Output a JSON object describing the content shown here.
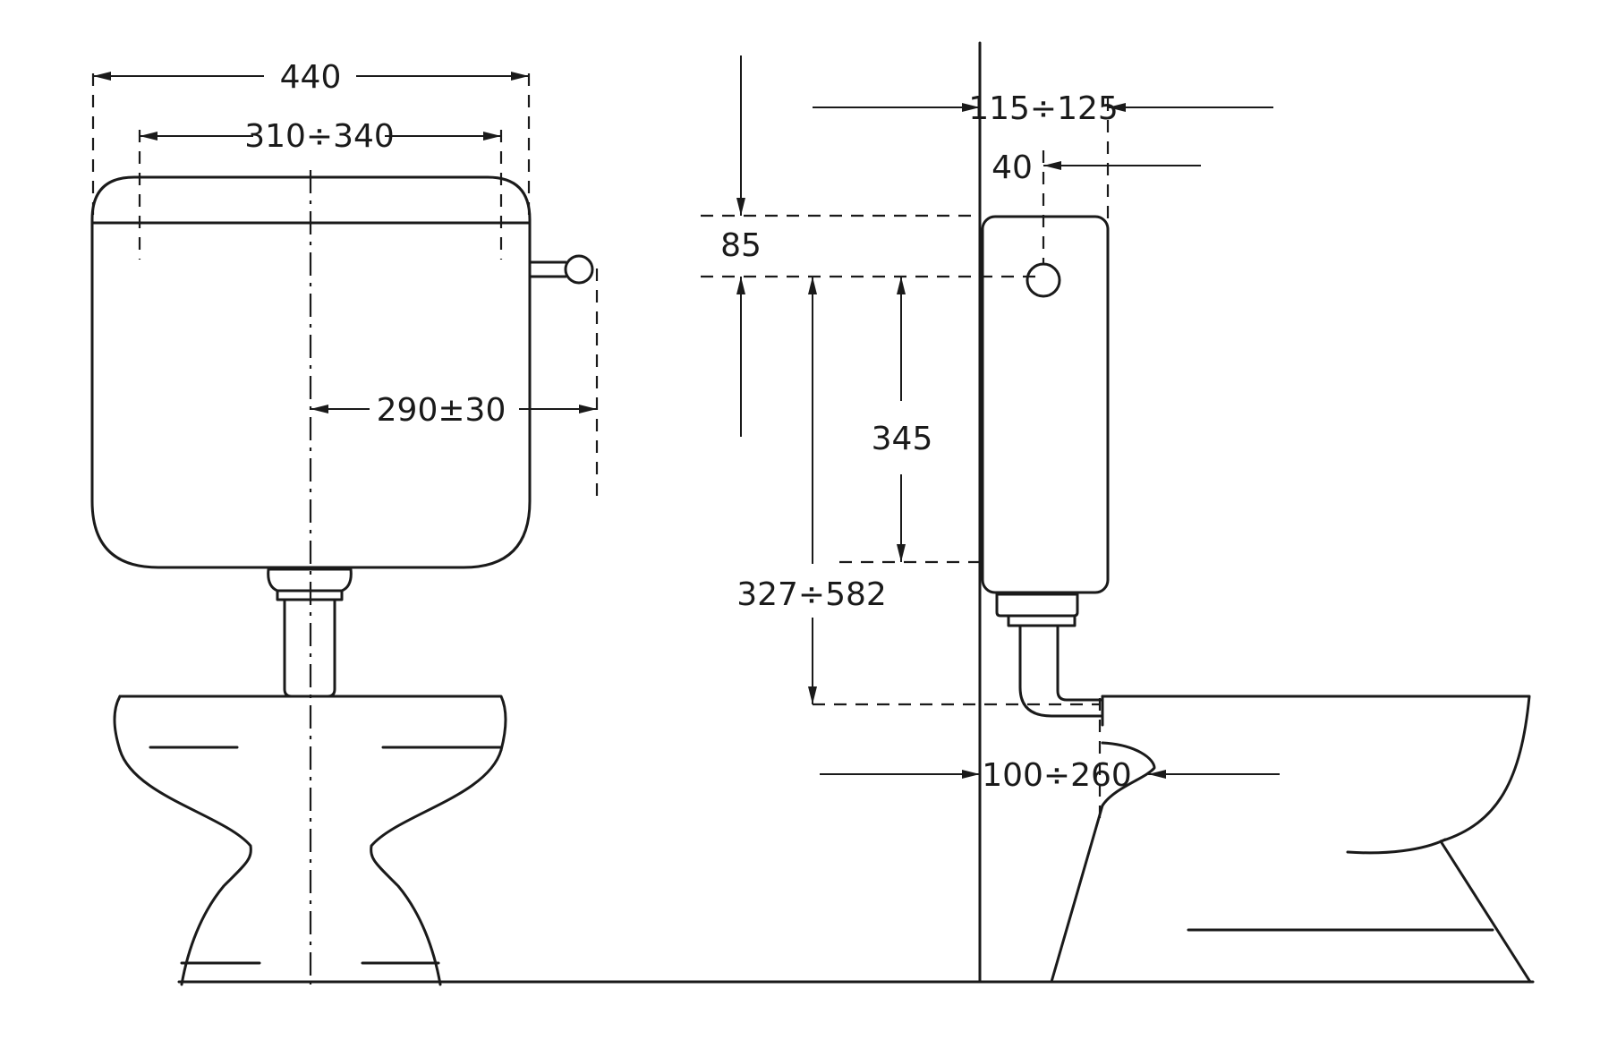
{
  "dimensions": {
    "total_width": "440",
    "bracket_span": "310÷340",
    "lever_offset": "290±30",
    "wall_to_back": "115÷125",
    "lever_depth": "40",
    "lever_from_top": "85",
    "lever_to_bottom": "345",
    "cistern_height": "327÷582",
    "wall_to_outlet": "100÷260"
  },
  "colors": {
    "line": "#1a1a1a",
    "background": "#ffffff"
  }
}
